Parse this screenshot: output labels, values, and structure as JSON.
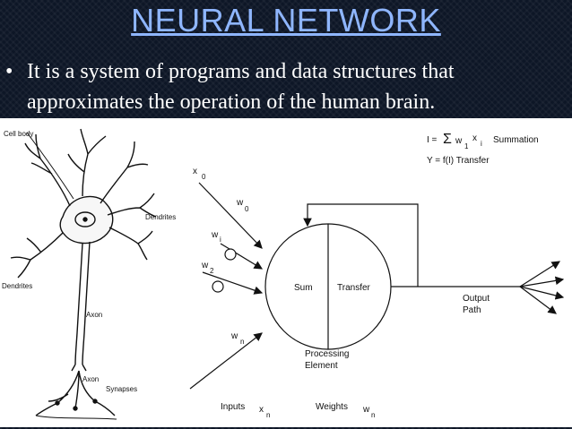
{
  "slide": {
    "title": "NEURAL NETWORK",
    "bullet": "It is a system of programs and data structures that approximates the operation of the human brain.",
    "bullet_marker": "•"
  },
  "neuron": {
    "cell_body": "Cell body",
    "dendrites_right": "Dendrites",
    "dendrites_left": "Dendrites",
    "axon_upper": "Axon",
    "axon_lower": "Axon",
    "synapses": "Synapses"
  },
  "diagram": {
    "eq_summation_lhs": "I = ",
    "eq_sigma": "Σ",
    "eq_w": "w",
    "eq_w_sub": "1",
    "eq_x": "x",
    "eq_x_sub": "i",
    "eq_summation_label": "Summation",
    "eq_transfer": "Y = f(I) Transfer",
    "x0": "x",
    "x0_sub": "0",
    "w0": "w",
    "w0_sub": "0",
    "w1": "w",
    "w1_sub": "i",
    "w2": "w",
    "w2_sub": "2",
    "wn": "w",
    "wn_sub": "n",
    "sum": "Sum",
    "transfer": "Transfer",
    "output_line1": "Output",
    "output_line2": "Path",
    "processing_line1": "Processing",
    "processing_line2": "Element",
    "inputs": "Inputs",
    "inputs_x": "x",
    "inputs_x_sub": "n",
    "weights": "Weights",
    "weights_w": "w",
    "weights_w_sub": "n"
  }
}
